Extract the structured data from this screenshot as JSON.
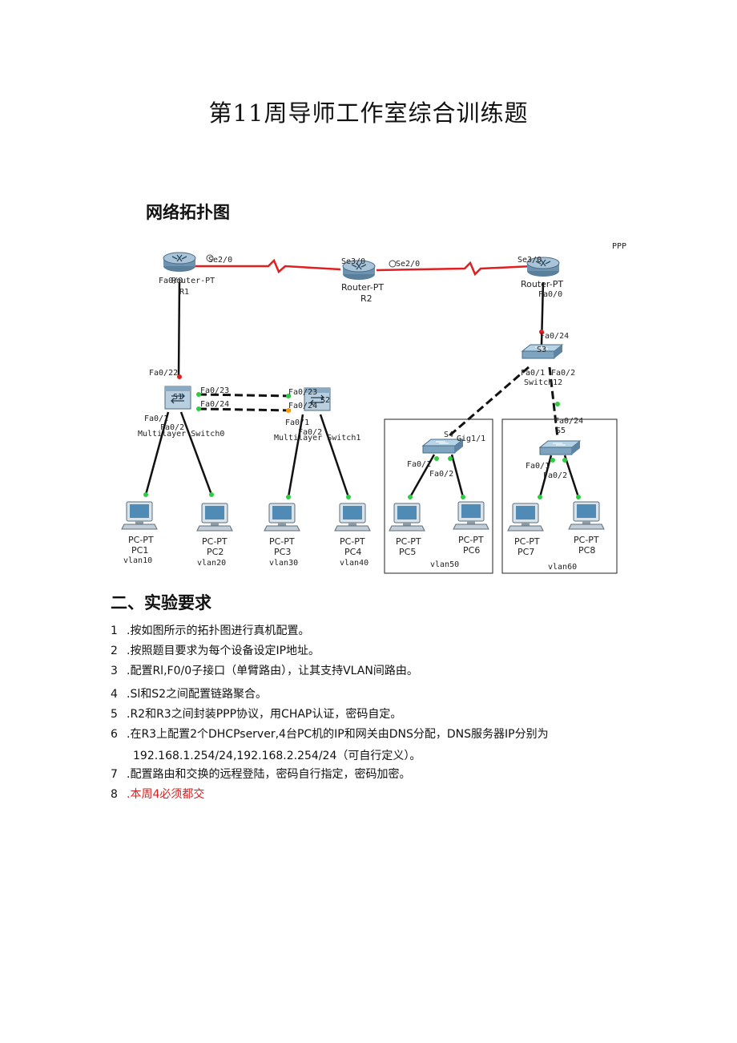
{
  "title": "第11周导师工作室综合训练题",
  "topology_heading": "网络拓扑图",
  "requirements_heading": "二、实验要求",
  "topology": {
    "ppp_label": "PPP",
    "routers": {
      "r1": {
        "name": "R1",
        "type": "Router-PT",
        "ports": [
          "Se2/0",
          "Fa0/0"
        ]
      },
      "r2": {
        "name": "R2",
        "type": "Router-PT",
        "ports": [
          "Se3/0",
          "Se2/0"
        ]
      },
      "r3": {
        "name": "Router-PT",
        "ports": [
          "Se3/0",
          "Fa0/0"
        ]
      }
    },
    "switches": {
      "s1": {
        "name": "S1",
        "model": "Multilayer Switch0",
        "ports": [
          "Fa0/22",
          "Fa0/23",
          "Fa0/24",
          "Fa0/1",
          "Fa0/2"
        ]
      },
      "s2": {
        "name": "S2",
        "model": "Multilayer Switch1",
        "ports": [
          "Fa0/23",
          "Fa0/24",
          "Fa0/1",
          "Fa0/2"
        ]
      },
      "s3": {
        "name": "S3",
        "model": "Switch12",
        "ports": [
          "Fa0/24",
          "Fa0/1",
          "Fa0/2"
        ]
      },
      "s4": {
        "name": "S4",
        "ports": [
          "Gig1/1",
          "Fa0/1",
          "Fa0/2"
        ]
      },
      "s5": {
        "name": "S5",
        "ports": [
          "Fa0/24",
          "Fa0/1",
          "Fa0/2"
        ]
      }
    },
    "pcs": [
      {
        "type": "PC-PT",
        "name": "PC1",
        "vlan": "vlan10"
      },
      {
        "type": "PC-PT",
        "name": "PC2",
        "vlan": "vlan20"
      },
      {
        "type": "PC-PT",
        "name": "PC3",
        "vlan": "vlan30"
      },
      {
        "type": "PC-PT",
        "name": "PC4",
        "vlan": "vlan40"
      },
      {
        "type": "PC-PT",
        "name": "PC5",
        "vlan": ""
      },
      {
        "type": "PC-PT",
        "name": "PC6",
        "vlan": ""
      },
      {
        "type": "PC-PT",
        "name": "PC7",
        "vlan": ""
      },
      {
        "type": "PC-PT",
        "name": "PC8",
        "vlan": ""
      }
    ],
    "vlan_boxes": [
      "vlan50",
      "vlan60"
    ]
  },
  "requirements": [
    {
      "num": "1",
      "text": ".按如图所示的拓扑图进行真机配置。"
    },
    {
      "num": "2",
      "text": ".按照题目要求为每个设备设定IP地址。"
    },
    {
      "num": "3",
      "text": ".配置Rl,F0/0子接口（单臂路由），让其支持VLAN间路由。"
    },
    {
      "num": "4",
      "text": ".Sl和S2之间配置链路聚合。"
    },
    {
      "num": "5",
      "text": ".R2和R3之间封装PPP协议，用CHAP认证，密码自定。"
    },
    {
      "num": "6",
      "text": ".在R3上配置2个DHCPserver,4台PC机的IP和网关由DNS分配，DNS服务器IP分别为",
      "continuation": "192.168.1.254/24,192.168.2.254/24（可自行定义）。"
    },
    {
      "num": "7",
      "text": ".配置路由和交换的远程登陆，密码自行指定，密码加密。"
    },
    {
      "num": "8",
      "text": ".本周4必须都交"
    }
  ]
}
